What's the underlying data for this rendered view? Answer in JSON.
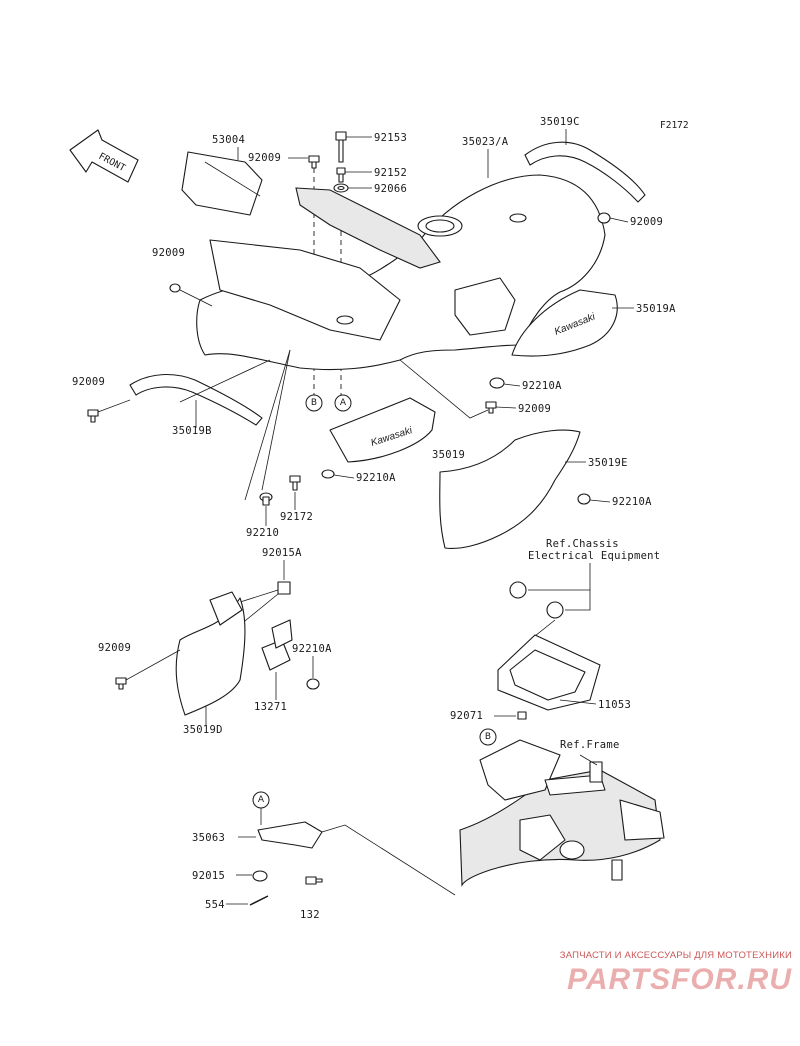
{
  "figure_code": "F2172",
  "front_label": "FRONT",
  "brand_text": "Kawasaki",
  "labels": {
    "l_53004": "53004",
    "l_92009_top": "92009",
    "l_92153": "92153",
    "l_92152": "92152",
    "l_92066": "92066",
    "l_35023A": "35023/A",
    "l_35019C": "35019C",
    "l_92009_right": "92009",
    "l_92009_left": "92009",
    "l_35019A": "35019A",
    "l_92009_far_left": "92009",
    "l_92210A_right": "92210A",
    "l_92009_mid": "92009",
    "l_35019B": "35019B",
    "l_35019": "35019",
    "l_35019E": "35019E",
    "l_92210A_mid": "92210A",
    "l_92210A_r2": "92210A",
    "l_92172": "92172",
    "l_92210": "92210",
    "l_92015A": "92015A",
    "l_92009_lower": "92009",
    "l_92210A_lower": "92210A",
    "l_13271": "13271",
    "l_35019D": "35019D",
    "l_11053": "11053",
    "l_92071": "92071",
    "l_35063": "35063",
    "l_92015": "92015",
    "l_554": "554",
    "l_132": "132"
  },
  "refs": {
    "chassis_line1": "Ref.Chassis",
    "chassis_line2": "Electrical Equipment",
    "frame": "Ref.Frame"
  },
  "markers": {
    "a": "A",
    "b": "B"
  },
  "watermark": {
    "subtitle": "ЗАПЧАСТИ И АКСЕССУАРЫ ДЛЯ МОТОТЕХНИКИ",
    "logo": "PARTSFOR.RU"
  }
}
